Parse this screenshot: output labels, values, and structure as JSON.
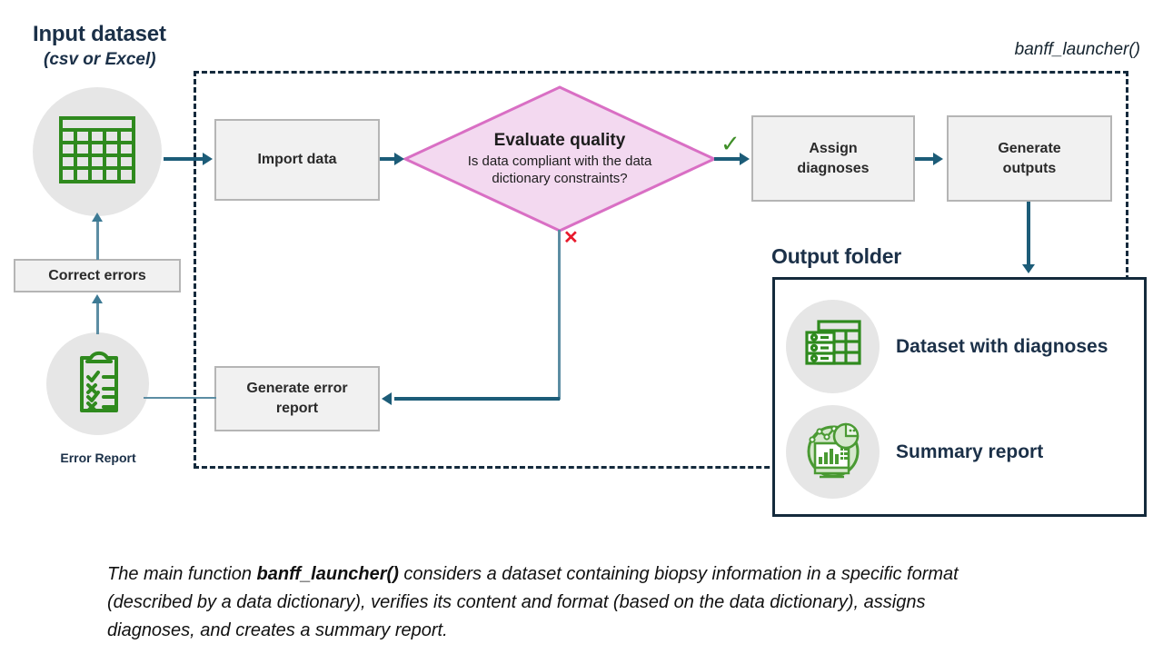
{
  "diagram": {
    "launcher_label": "banff_launcher()",
    "input": {
      "title": "Input dataset",
      "subtitle": "(csv or Excel)",
      "icon": "spreadsheet-table-icon"
    },
    "error_report": {
      "caption": "Error Report",
      "icon": "clipboard-checklist-icon"
    },
    "boxes": {
      "import": "Import data",
      "assign": "Assign\ndiagnoses",
      "generate": "Generate\noutputs",
      "correct": "Correct errors",
      "error_report": "Generate error\nreport"
    },
    "decision": {
      "title": "Evaluate quality",
      "question": "Is data compliant with the data dictionary constraints?",
      "yes_marker": "✓",
      "no_marker": "✕"
    },
    "output": {
      "title": "Output folder",
      "items": [
        {
          "label": "Dataset with diagnoses",
          "icon": "dataset-diagnoses-icon"
        },
        {
          "label": "Summary report",
          "icon": "summary-report-chart-icon"
        }
      ]
    }
  },
  "caption": {
    "part1": "The main function ",
    "bold": "banff_launcher()",
    "part2": " considers a dataset containing biopsy information in a specific format (described by a data dictionary), verifies its content and format (based on the data dictionary), assigns diagnoses, and creates a summary report."
  },
  "colors": {
    "navy": "#142a3c",
    "teal_connector": "#1c5c78",
    "green_icon": "#3f8f28",
    "pink_fill": "#f3d9f0",
    "pink_stroke": "#d96fc4",
    "box_fill": "#f1f1f1",
    "box_stroke": "#b5b5b5",
    "yes_green": "#3f8f28",
    "no_red": "#e8192c"
  }
}
